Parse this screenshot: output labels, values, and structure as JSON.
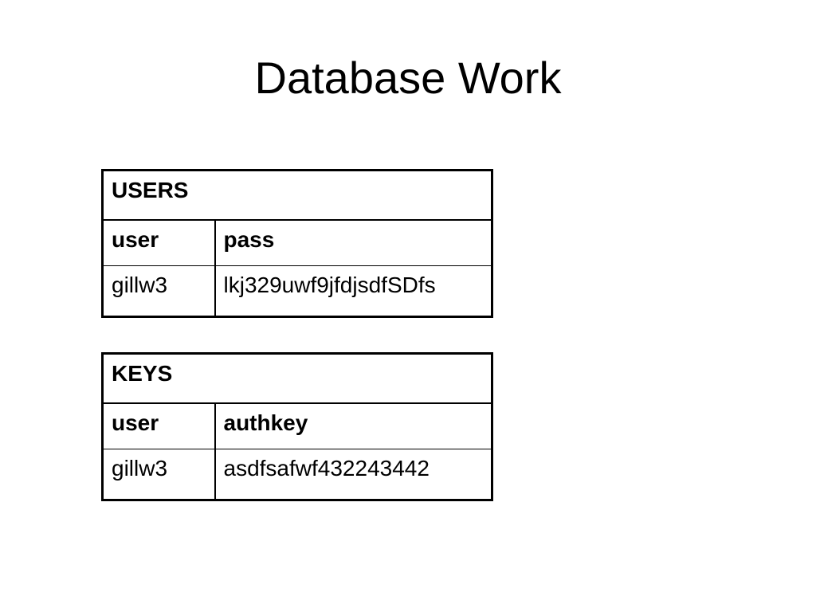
{
  "title": "Database Work",
  "tables": {
    "users": {
      "name": "USERS",
      "columns": [
        "user",
        "pass"
      ],
      "rows": [
        [
          "gillw3",
          "lkj329uwf9jfdjsdfSDfs"
        ]
      ]
    },
    "keys": {
      "name": "KEYS",
      "columns": [
        "user",
        "authkey"
      ],
      "rows": [
        [
          "gillw3",
          "asdfsafwf432243442"
        ]
      ]
    }
  }
}
